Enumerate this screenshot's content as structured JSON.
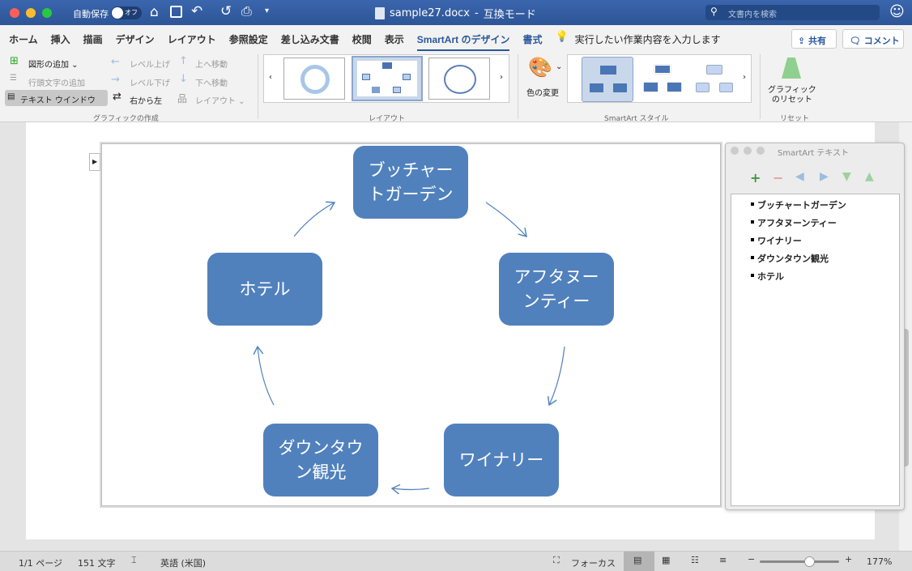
{
  "title": {
    "autosave_label": "自動保存",
    "autosave_state": "オフ",
    "filename": "sample27.docx",
    "mode": "互換モード",
    "search_placeholder": "文書内を検索"
  },
  "tabs": [
    "ホーム",
    "挿入",
    "描画",
    "デザイン",
    "レイアウト",
    "参照設定",
    "差し込み文書",
    "校閲",
    "表示",
    "SmartArt のデザイン",
    "書式"
  ],
  "tell_me": "実行したい作業内容を入力します",
  "share": "共有",
  "comment": "コメント",
  "ribbon": {
    "create": {
      "add_shape": "図形の追加",
      "add_bullet": "行頭文字の追加",
      "text_pane": "テキスト ウインドウ",
      "promote": "レベル上げ",
      "demote": "レベル下げ",
      "rtl": "右から左",
      "move_up": "上へ移動",
      "move_down": "下へ移動",
      "layout": "レイアウト",
      "group": "グラフィックの作成"
    },
    "layouts_group": "レイアウト",
    "change_colors": "色の変更",
    "styles_group": "SmartArt スタイル",
    "reset_graphic": [
      "グラフィック",
      "のリセット"
    ],
    "reset_group": "リセット",
    "accent": "#2b579a"
  },
  "diagram": {
    "nodes": [
      [
        "ブッチャー",
        "トガーデン"
      ],
      [
        "アフタヌー",
        "ンティー"
      ],
      [
        "ワイナリー"
      ],
      [
        "ダウンタウ",
        "ン観光"
      ],
      [
        "ホテル"
      ]
    ],
    "fill": "#5181bd"
  },
  "pane": {
    "title": "SmartArt テキスト",
    "items": [
      "ブッチャートガーデン",
      "アフタヌーンティー",
      "ワイナリー",
      "ダウンタウン観光",
      "ホテル"
    ]
  },
  "status": {
    "page": "1/1 ページ",
    "words": "151 文字",
    "language": "英語 (米国)",
    "focus": "フォーカス",
    "zoom": "177%",
    "zoom_fraction": 0.62
  }
}
